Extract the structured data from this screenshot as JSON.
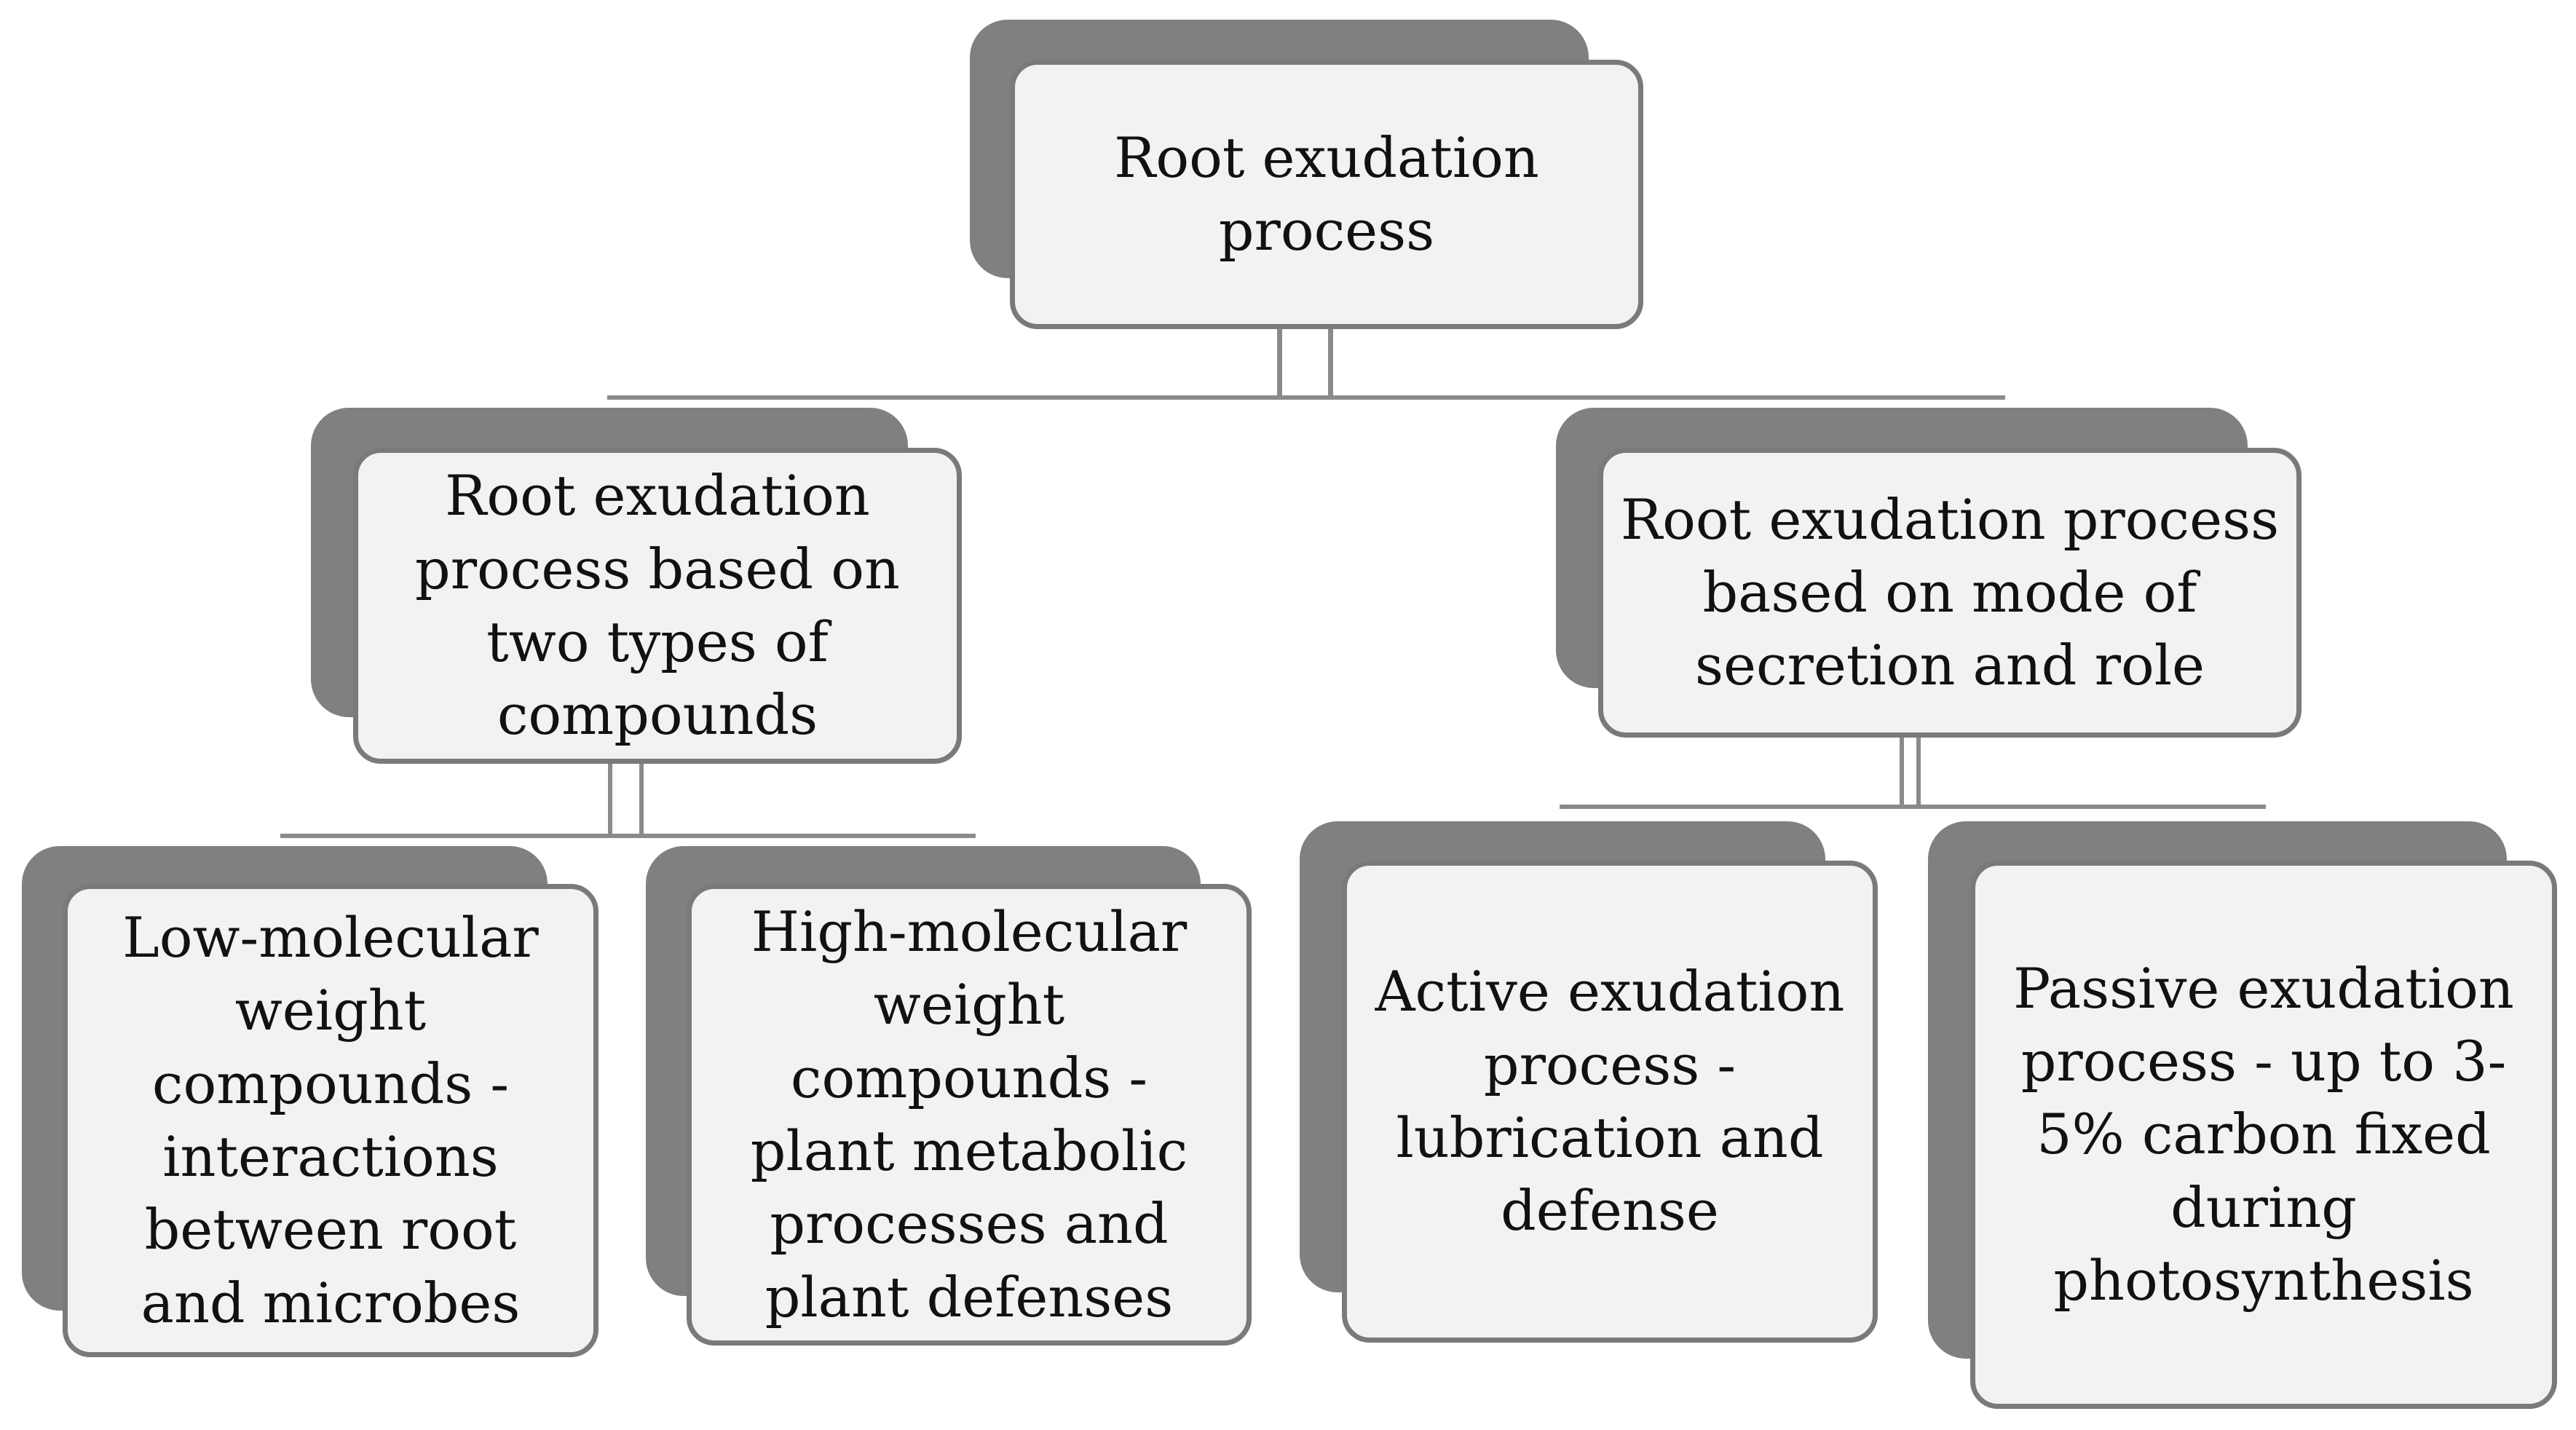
{
  "root": {
    "label": "Root exudation\nprocess"
  },
  "branches": [
    {
      "label": "Root exudation\nprocess based on\ntwo types of\ncompounds",
      "children": [
        {
          "label": "Low-molecular\nweight\ncompounds -\ninteractions\nbetween root\nand microbes"
        },
        {
          "label": "High-molecular\nweight\ncompounds -\nplant metabolic\nprocesses and\nplant defenses"
        }
      ]
    },
    {
      "label": "Root exudation process\nbased on mode of\nsecretion and role",
      "children": [
        {
          "label": "Active exudation\nprocess -\nlubrication and\ndefense"
        },
        {
          "label": "Passive exudation\nprocess - up to 3-\n5% carbon fixed\nduring\nphotosynthesis"
        }
      ]
    }
  ]
}
